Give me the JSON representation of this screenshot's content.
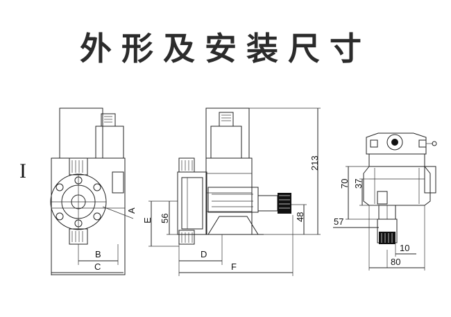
{
  "title": "外形及安装尺寸",
  "side_label": "I",
  "views": {
    "front": {
      "labels": [
        "A",
        "B",
        "C"
      ]
    },
    "side": {
      "labels": [
        "E",
        "56",
        "D",
        "F",
        "213",
        "48"
      ]
    },
    "rear": {
      "labels": [
        "70",
        "37",
        "57",
        "10",
        "80"
      ]
    }
  }
}
